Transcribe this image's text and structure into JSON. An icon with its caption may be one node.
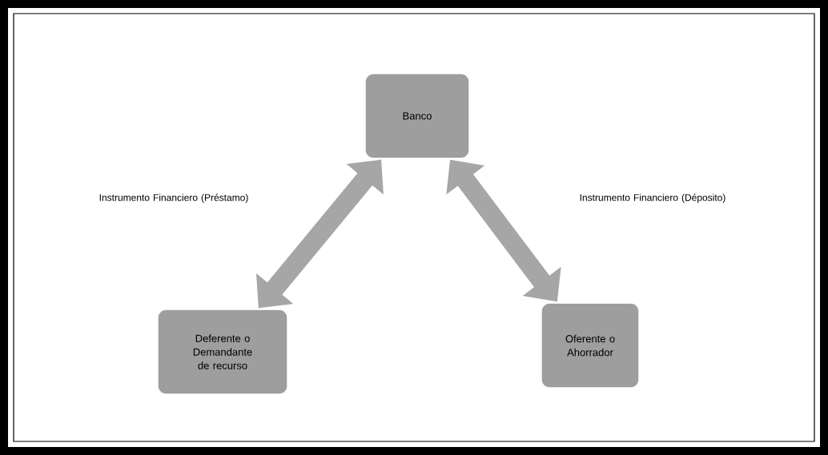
{
  "diagram": {
    "nodes": [
      {
        "text": [
          "Banco"
        ]
      },
      {
        "text": [
          "Deferente o Demandante de recurso"
        ]
      },
      {
        "text": [
          "Oferente o Ahorrador"
        ]
      }
    ],
    "edges": [
      {
        "from": 1,
        "to": 0,
        "arrow": "both"
      },
      {
        "from": 2,
        "to": 0,
        "arrow": "both"
      }
    ],
    "labels": [
      "Instrumento Financiero (Préstamo)",
      "Instrumento Financiero (Déposito)"
    ]
  }
}
